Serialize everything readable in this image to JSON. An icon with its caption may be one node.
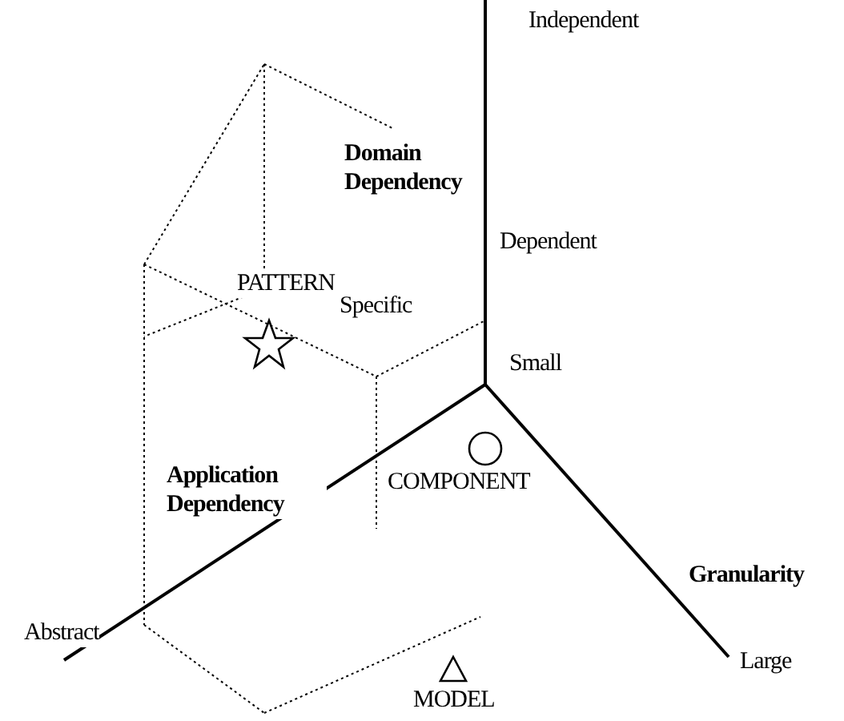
{
  "diagram": {
    "labels": [
      "Independent",
      "Domain Dependency",
      "PATTERN",
      "Dependent",
      "Specific",
      "Small",
      "Application Dependency",
      "COMPONENT",
      "Abstract",
      "Granularity",
      "Large",
      "MODEL"
    ]
  }
}
